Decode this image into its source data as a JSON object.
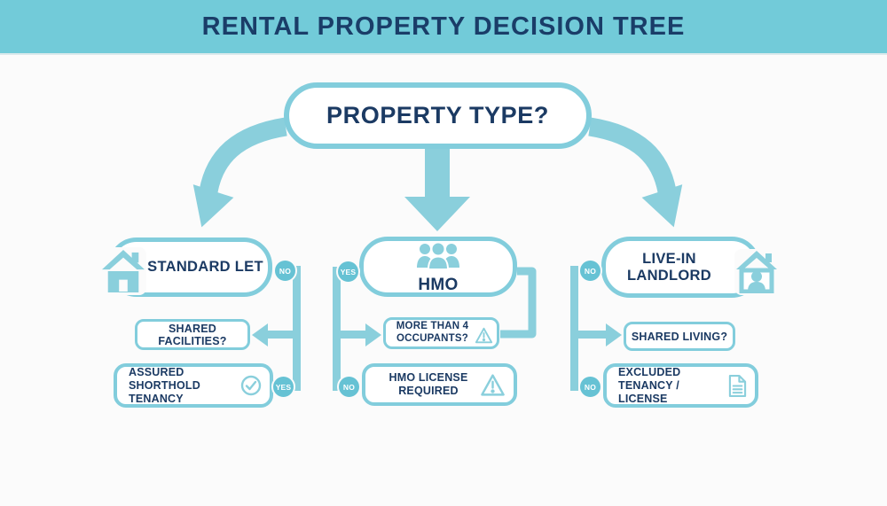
{
  "title": "RENTAL PROPERTY DECISION TREE",
  "root": {
    "label": "PROPERTY TYPE?"
  },
  "branches": [
    {
      "label": "STANDARD LET",
      "icon": "house-icon",
      "top_badge": "NO",
      "bottom_badge": "YES",
      "question": {
        "label": "SHARED FACILITIES?"
      },
      "outcome": {
        "line1": "ASSURED SHORTHOLD",
        "line2": "TENANCY",
        "icon": "check-circle-icon"
      }
    },
    {
      "label": "HMO",
      "icon": "people-group-icon",
      "top_badge": "YES",
      "bottom_badge": "NO",
      "question": {
        "line1": "MORE THAN 4",
        "line2": "OCCUPANTS?",
        "icon": "warning-triangle-icon"
      },
      "outcome": {
        "line1": "HMO LICENSE",
        "line2": "REQUIRED",
        "icon": "warning-triangle-icon"
      }
    },
    {
      "label": "LIVE-IN LANDLORD",
      "icon": "house-person-icon",
      "top_badge": "NO",
      "bottom_badge": "NO",
      "question": {
        "label": "SHARED LIVING?"
      },
      "outcome": {
        "line1": "EXCLUDED",
        "line2": "TENANCY / LICENSE",
        "icon": "document-icon"
      }
    }
  ],
  "colors": {
    "banner": "#72cbd9",
    "connector": "#8acfdc",
    "box_border": "#82cddc",
    "badge": "#66c2d4",
    "text": "#1b3a63",
    "background": "#fbfbfb"
  }
}
